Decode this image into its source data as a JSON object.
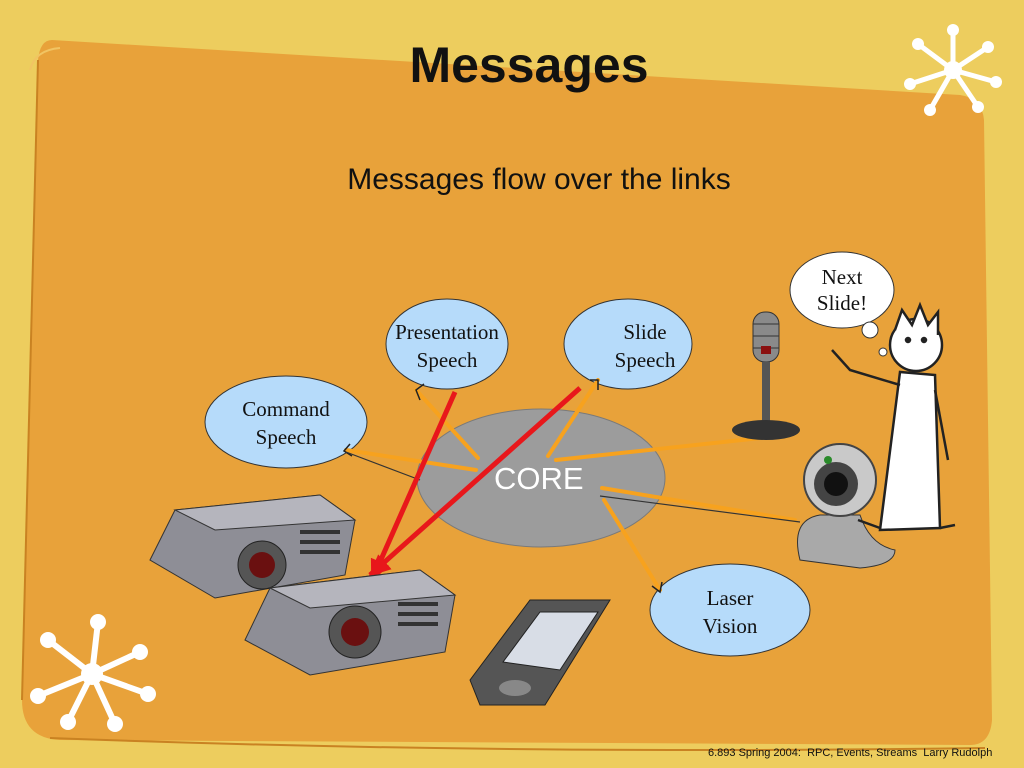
{
  "slide": {
    "title": "Messages",
    "subtitle": "Messages flow over the links",
    "footer": "6.893 Spring 2004:  RPC, Events, Streams  Larry Rudolph"
  },
  "diagram": {
    "core": "CORE",
    "bubbles": {
      "presentation": "Presentation Speech",
      "slide": "Slide Speech",
      "command": "Command Speech",
      "laser": "Laser Vision"
    },
    "thought": "Next Slide!"
  },
  "colors": {
    "background": "#EDCD5E",
    "panel": "#E8A23A",
    "bubble": "#B6DBFA",
    "core": "#9C9C9C",
    "orange_arrow": "#F7A21E",
    "red_arrow": "#E8171B"
  },
  "icons": [
    "starburst-icon",
    "microphone-icon",
    "webcam-icon",
    "projector-icon",
    "pda-icon",
    "cartoon-person-icon"
  ]
}
